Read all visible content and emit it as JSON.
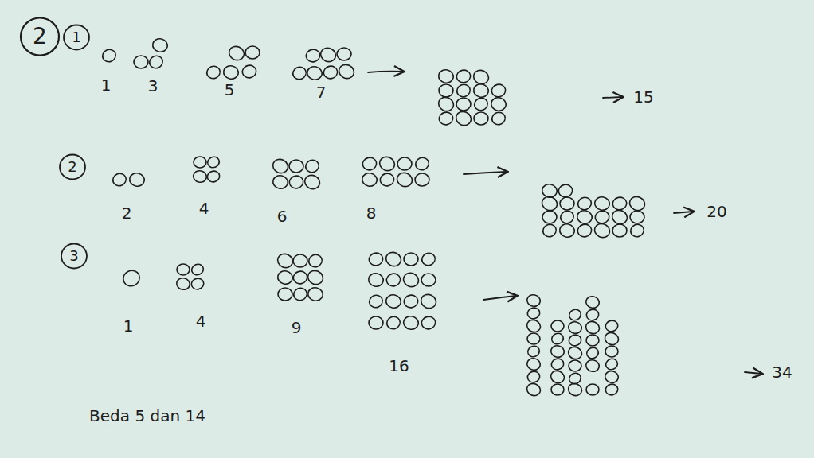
{
  "diagram": {
    "nodes": [
      {
        "text": [
          "2"
        ]
      },
      {
        "text": [
          "1"
        ]
      },
      {
        "text": [
          "2"
        ]
      },
      {
        "text": [
          "3"
        ]
      }
    ],
    "labels": [
      "1",
      "3",
      "5",
      "7",
      "15",
      "2",
      "4",
      "6",
      "8",
      "20",
      "1",
      "4",
      "9",
      "16",
      "34",
      "Beda 5 dan 14"
    ]
  }
}
